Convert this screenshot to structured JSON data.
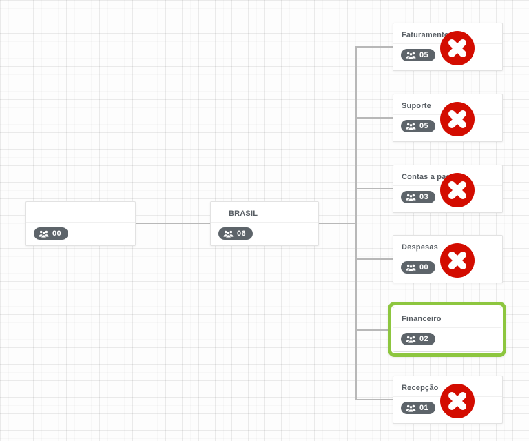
{
  "canvas": {
    "background": "#fdfdfd",
    "grid_minor_color": "#f3f3f3",
    "grid_major_color": "#ebebeb",
    "connector_color": "#b8b8b8"
  },
  "colors": {
    "delete_red": "#d30c00",
    "selected_green": "#8dc63f",
    "badge_background": "#5d646a",
    "card_border": "#e2e2e2",
    "title_text": "#575d63"
  },
  "nodes": {
    "root": {
      "title": "",
      "count": "00",
      "deletable": false,
      "selected": false
    },
    "brasil": {
      "title": "BRASIL",
      "count": "06",
      "deletable": false,
      "selected": false
    },
    "children": [
      {
        "title": "Faturamento",
        "count": "05",
        "deletable": true,
        "selected": false
      },
      {
        "title": "Suporte",
        "count": "05",
        "deletable": true,
        "selected": false
      },
      {
        "title": "Contas a pagar",
        "count": "03",
        "deletable": true,
        "selected": false
      },
      {
        "title": "Despesas",
        "count": "00",
        "deletable": true,
        "selected": false
      },
      {
        "title": "Financeiro",
        "count": "02",
        "deletable": false,
        "selected": true
      },
      {
        "title": "Recepção",
        "count": "01",
        "deletable": true,
        "selected": false
      }
    ]
  },
  "icons": {
    "badge_icon": "users-icon",
    "delete_icon": "delete-x-icon"
  }
}
